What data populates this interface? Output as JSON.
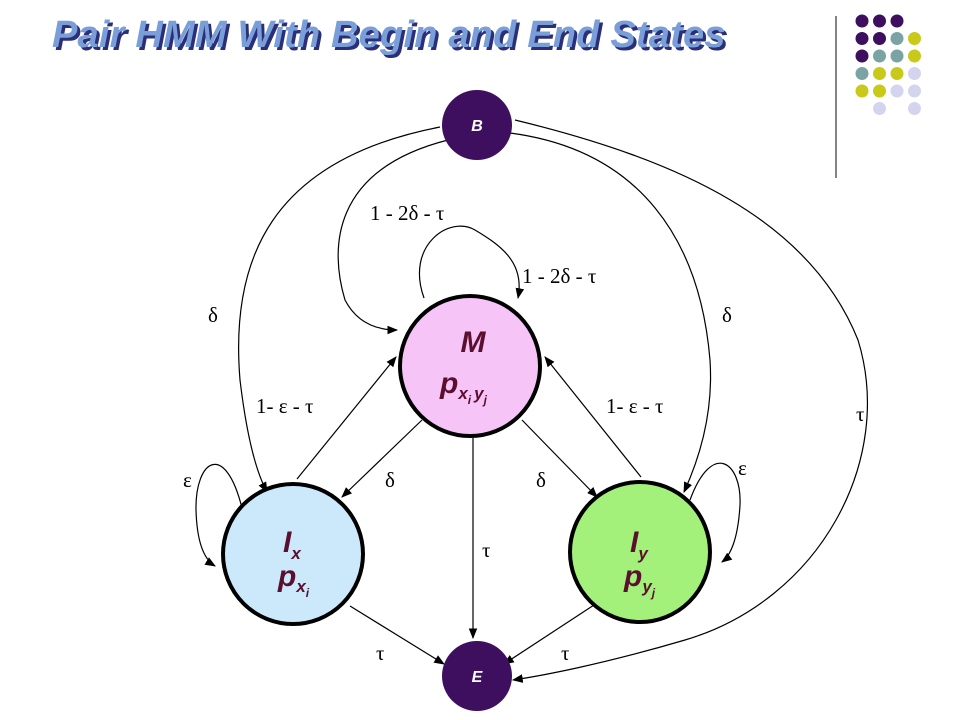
{
  "title": "Pair HMM With Begin and End States",
  "colors": {
    "title": "#7a9fd8",
    "title_shadow": "#2b2f7a",
    "purple": "#3d0f5e",
    "teal": "#7ba3a3",
    "olive": "#c9c919",
    "lavender": "#d4d4ee",
    "match_fill": "#f7c4f7",
    "ix_fill": "#cce9fb",
    "iy_fill": "#a3f07a",
    "terminal_fill": "#3d0f5e",
    "state_text": "#5a0f2e"
  },
  "nodes": {
    "begin": {
      "label": "B"
    },
    "end": {
      "label": "E"
    },
    "match": {
      "name": "M",
      "emission": "p",
      "sub": "x",
      "sub_idx": "i",
      "sub2": "y",
      "sub2_idx": "j"
    },
    "ix": {
      "name": "I",
      "name_sub": "x",
      "emission": "p",
      "sub": "x",
      "sub_idx": "i"
    },
    "iy": {
      "name": "I",
      "name_sub": "y",
      "emission": "p",
      "sub": "y",
      "sub_idx": "j"
    }
  },
  "edge_labels": {
    "b_to_m": "1 - 2δ - τ",
    "m_self": "1 - 2δ - τ",
    "b_to_ix": "δ",
    "b_to_iy": "δ",
    "ix_to_m": "1- ε - τ",
    "iy_to_m": "1- ε - τ",
    "ix_self": "ε",
    "iy_self": "ε",
    "m_to_ix": "δ",
    "m_to_iy": "δ",
    "m_to_e": "τ",
    "b_to_e": "τ",
    "ix_to_e": "τ",
    "iy_to_e": "τ"
  }
}
